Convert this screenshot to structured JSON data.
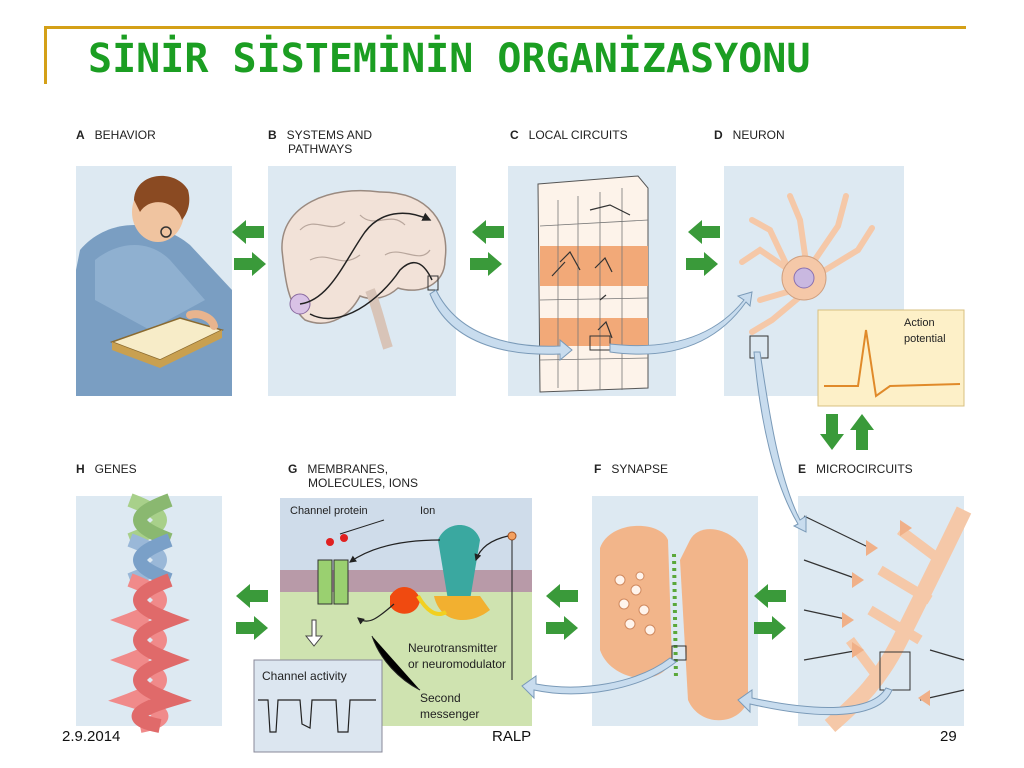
{
  "slide": {
    "title": "SİNİR SİSTEMİNİN ORGANİZASYONU",
    "footer_date": "2.9.2014",
    "footer_center": "RALP",
    "page_number": "29"
  },
  "panels": {
    "a": {
      "letter": "A",
      "label": "BEHAVIOR"
    },
    "b": {
      "letter": "B",
      "label_line1": "SYSTEMS AND",
      "label_line2": "PATHWAYS"
    },
    "c": {
      "letter": "C",
      "label": "LOCAL CIRCUITS"
    },
    "d": {
      "letter": "D",
      "label": "NEURON"
    },
    "e": {
      "letter": "E",
      "label": "MICROCIRCUITS"
    },
    "f": {
      "letter": "F",
      "label": "SYNAPSE"
    },
    "g": {
      "letter": "G",
      "label_line1": "MEMBRANES,",
      "label_line2": "MOLECULES, IONS"
    },
    "h": {
      "letter": "H",
      "label": "GENES"
    }
  },
  "annotations": {
    "action_potential_line1": "Action",
    "action_potential_line2": "potential",
    "channel_protein": "Channel protein",
    "ion": "Ion",
    "neurotransmitter_line1": "Neurotransmitter",
    "neurotransmitter_line2": "or neuromodulator",
    "second_messenger_line1": "Second",
    "second_messenger_line2": "messenger",
    "channel_activity": "Channel activity"
  },
  "colors": {
    "title_green": "#1b9e22",
    "rule_gold": "#d4a017",
    "arrow_green": "#3a9a3a",
    "panel_blue": "#dde9f2",
    "tissue_orange": "#f5b98a"
  }
}
